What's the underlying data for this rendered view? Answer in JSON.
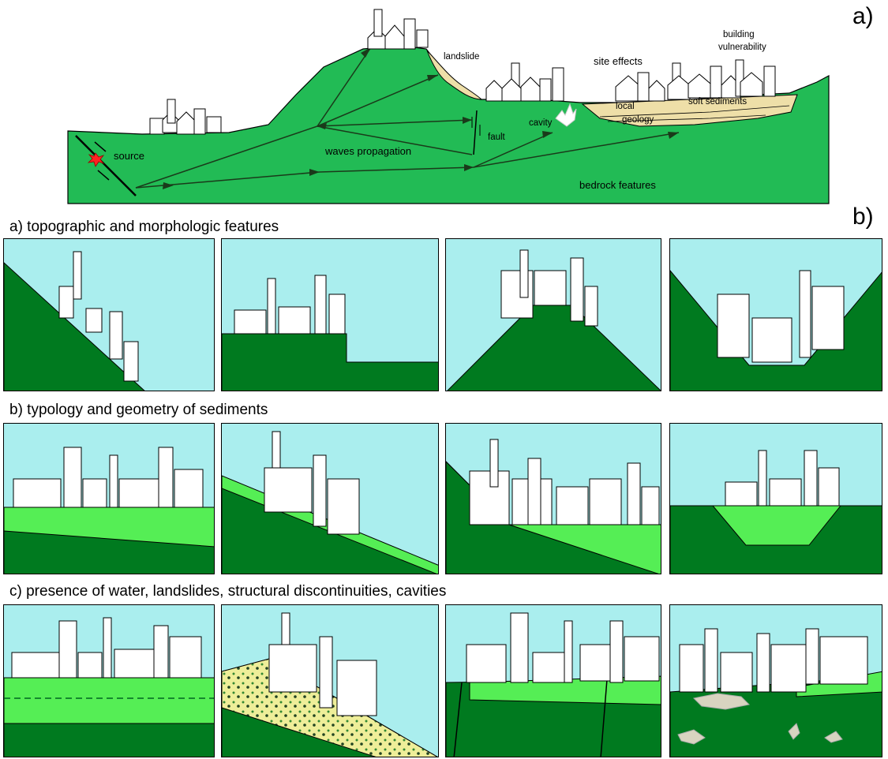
{
  "part_a": {
    "label": "a)",
    "annotations": {
      "source": "source",
      "waves": "waves propagation",
      "fault": "fault",
      "cavity": "cavity",
      "landslide": "landslide",
      "site_effects": "site effects",
      "building_vulnerability_1": "building",
      "building_vulnerability_2": "vulnerability",
      "local": "local",
      "geology": "geology",
      "soft_sediments": "soft sediments",
      "bedrock": "bedrock features"
    }
  },
  "part_b": {
    "label": "b)",
    "rows": [
      {
        "title": "a) topographic and morphologic features"
      },
      {
        "title": "b) typology and geometry of sediments"
      },
      {
        "title": "c) presence of water, landslides, structural discontinuities, cavities"
      }
    ]
  },
  "colors": {
    "sky": "#aaeeee",
    "dark_green": "#007a1f",
    "mid_green": "#22cc55",
    "light_green": "#55ee55",
    "sediment": "#eedfa8",
    "cavity": "#d8d4c0",
    "wave_arrow": "#1a3a1a"
  }
}
